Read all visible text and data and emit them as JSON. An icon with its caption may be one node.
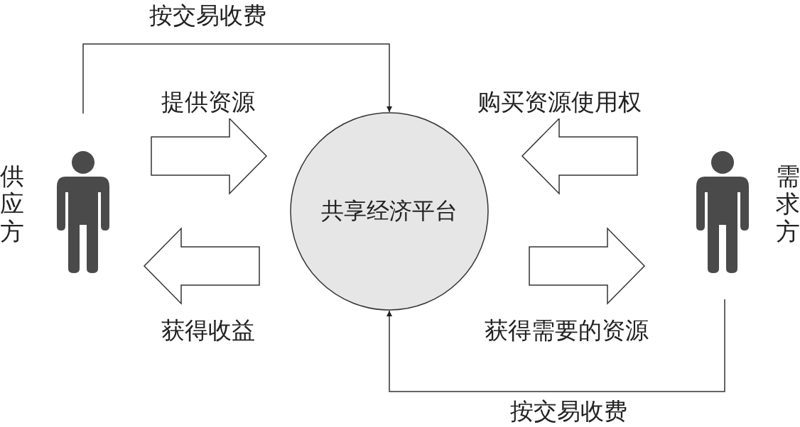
{
  "diagram": {
    "nodes": [
      {
        "text": [
          "供应方"
        ]
      },
      {
        "text": [
          "共享经济平台"
        ]
      },
      {
        "text": [
          "需求方"
        ]
      }
    ],
    "edges": [
      {
        "from": 0,
        "to": 1,
        "arrow": "to",
        "label": "按交易收费"
      },
      {
        "from": 0,
        "to": 1,
        "arrow": "to",
        "label": "提供资源",
        "style": "thick"
      },
      {
        "from": 1,
        "to": 0,
        "arrow": "to",
        "label": "获得收益",
        "style": "thick"
      },
      {
        "from": 2,
        "to": 1,
        "arrow": "to",
        "label": "购买资源使用权",
        "style": "thick"
      },
      {
        "from": 1,
        "to": 2,
        "arrow": "to",
        "label": "获得需要的资源",
        "style": "thick"
      },
      {
        "from": 2,
        "to": 1,
        "arrow": "to",
        "label": "按交易收费"
      }
    ]
  }
}
